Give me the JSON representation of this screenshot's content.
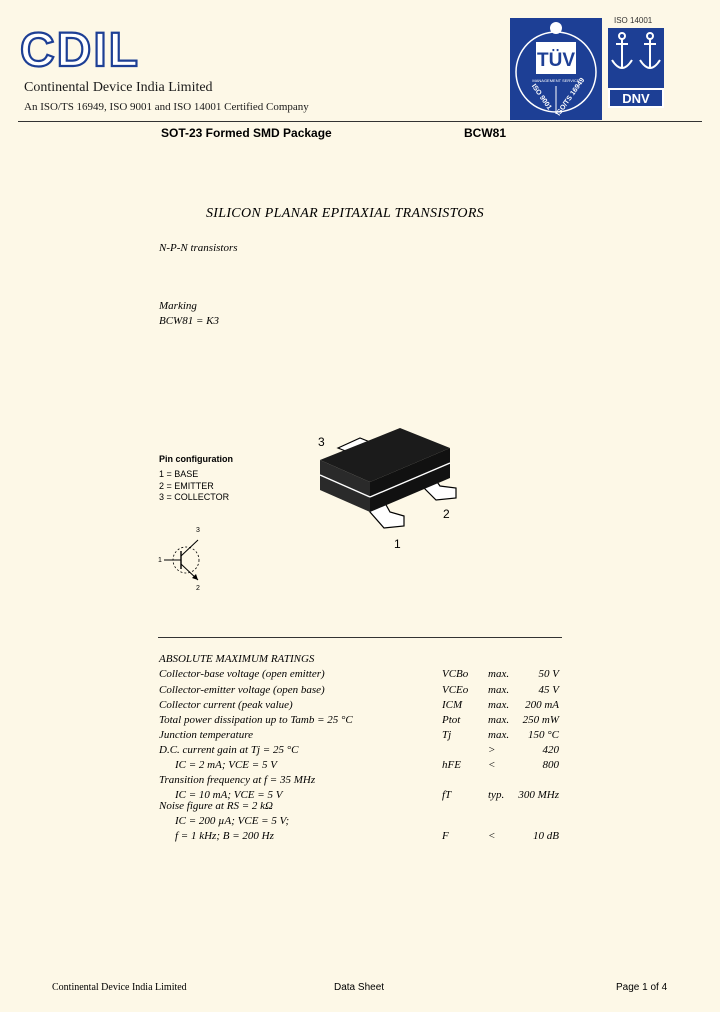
{
  "header": {
    "logo_text": "CDIL",
    "company_name": "Continental Device India Limited",
    "tagline": "An ISO/TS 16949, ISO 9001 and ISO 14001 Certified Company",
    "cert_tuv": {
      "top_label": "TÜV",
      "small_label": "MANAGEMENT SERVICE",
      "iso_a": "ISO 9001",
      "iso_b": "ISO/TS 16949"
    },
    "cert_dnv": {
      "label": "ISO 14001",
      "mark": "DNV"
    },
    "package": "SOT-23 Formed SMD Package",
    "part_number": "BCW81"
  },
  "main": {
    "title": "SILICON PLANAR EPITAXIAL TRANSISTORS",
    "subtitle": "N-P-N transistors",
    "marking_label": "Marking",
    "marking_value": "BCW81 = K3",
    "pin_config": {
      "heading": "Pin configuration",
      "pins": [
        "1 = BASE",
        "2 = EMITTER",
        "3 = COLLECTOR"
      ]
    },
    "package_pin_labels": [
      "3",
      "2",
      "1"
    ],
    "symbol_labels": [
      "3",
      "1",
      "2"
    ]
  },
  "ratings": {
    "heading": "ABSOLUTE MAXIMUM RATINGS",
    "rows": [
      {
        "param": "Collector-base voltage (open emitter)",
        "symbol": "VCBo",
        "qual": "max.",
        "value": "50 V",
        "indent": false
      },
      {
        "param": "Collector-emitter voltage (open base)",
        "symbol": "VCEo",
        "qual": "max.",
        "value": "45 V",
        "indent": false
      },
      {
        "param": "Collector current (peak value)",
        "symbol": "ICM",
        "qual": "max.",
        "value": "200 mA",
        "indent": false
      },
      {
        "param": "Total power dissipation up to Tamb = 25 °C",
        "symbol": "Ptot",
        "qual": "max.",
        "value": "250 mW",
        "indent": false
      },
      {
        "param": "Junction temperature",
        "symbol": "Tj",
        "qual": "max.",
        "value": "150 °C",
        "indent": false
      },
      {
        "param": "D.C. current gain at Tj = 25 °C",
        "symbol": "",
        "qual": ">",
        "value": "420",
        "indent": false
      },
      {
        "param": "IC = 2 mA; VCE = 5 V",
        "symbol": "hFE",
        "qual": "<",
        "value": "800",
        "indent": true
      },
      {
        "param": "Transition frequency at f = 35 MHz",
        "symbol": "",
        "qual": "",
        "value": "",
        "indent": false
      },
      {
        "param": "IC = 10 mA; VCE = 5 V",
        "symbol": "fT",
        "qual": "typ.",
        "value": "300 MHz",
        "indent": true
      },
      {
        "param": "Noise figure at RS = 2 kΩ",
        "symbol": "",
        "qual": "",
        "value": "",
        "indent": false
      },
      {
        "param": "IC = 200 µA; VCE = 5 V;",
        "symbol": "",
        "qual": "",
        "value": "",
        "indent": true
      },
      {
        "param": "f = 1 kHz; B = 200 Hz",
        "symbol": "F",
        "qual": "<",
        "value": "10 dB",
        "indent": true
      }
    ]
  },
  "footer": {
    "company": "Continental Device India Limited",
    "center": "Data  Sheet",
    "page": "Page 1 of 4"
  }
}
